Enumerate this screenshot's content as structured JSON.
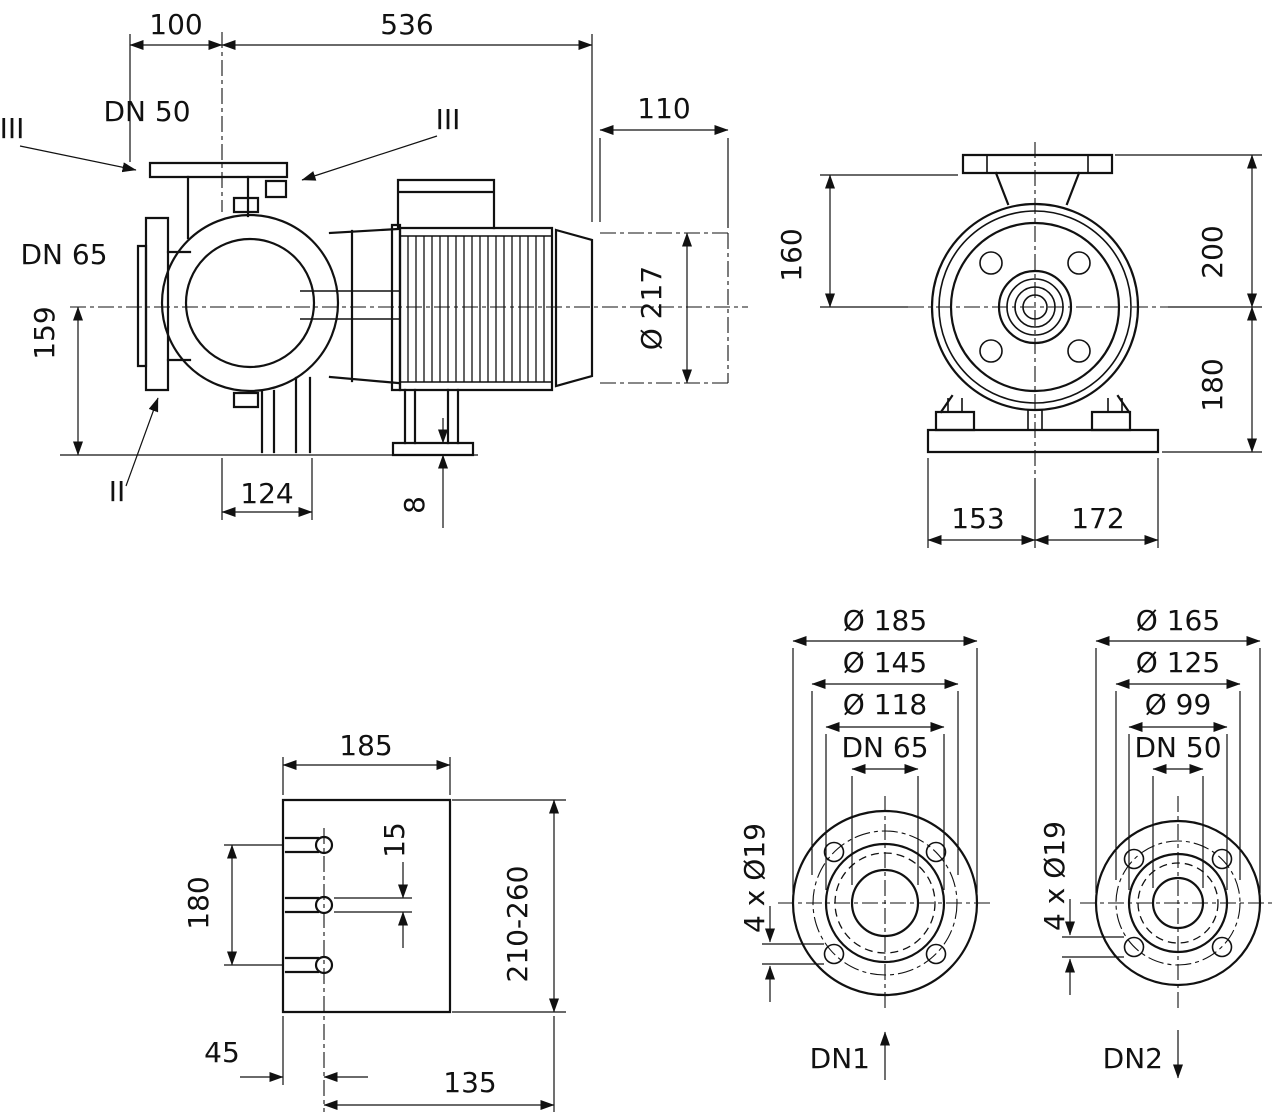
{
  "colors": {
    "ink": "#111111",
    "background": "#ffffff"
  },
  "side_view": {
    "dim_100": "100",
    "dim_536": "536",
    "dim_110": "110",
    "port_top": "DN 50",
    "port_left": "DN 65",
    "dim_159": "159",
    "dim_124": "124",
    "dim_8": "8",
    "dim_217": "Ø 217",
    "section_left": "III",
    "section_right": "III",
    "section_bottom": "II"
  },
  "front_view": {
    "dim_160": "160",
    "dim_200": "200",
    "dim_180": "180",
    "dim_153": "153",
    "dim_172": "172"
  },
  "foot_view": {
    "dim_185": "185",
    "dim_15": "15",
    "dim_180": "180",
    "dim_range": "210-260",
    "dim_45": "45",
    "dim_135": "135"
  },
  "suction_flange": {
    "dia_outer": "Ø 185",
    "dia_bolt_circle": "Ø 145",
    "dia_face": "Ø 118",
    "nominal": "DN 65",
    "bolt_holes": "4 x Ø19",
    "port_label": "DN1"
  },
  "discharge_flange": {
    "dia_outer": "Ø 165",
    "dia_bolt_circle": "Ø 125",
    "dia_face": "Ø 99",
    "nominal": "DN 50",
    "bolt_holes": "4 x Ø19",
    "port_label": "DN2"
  }
}
